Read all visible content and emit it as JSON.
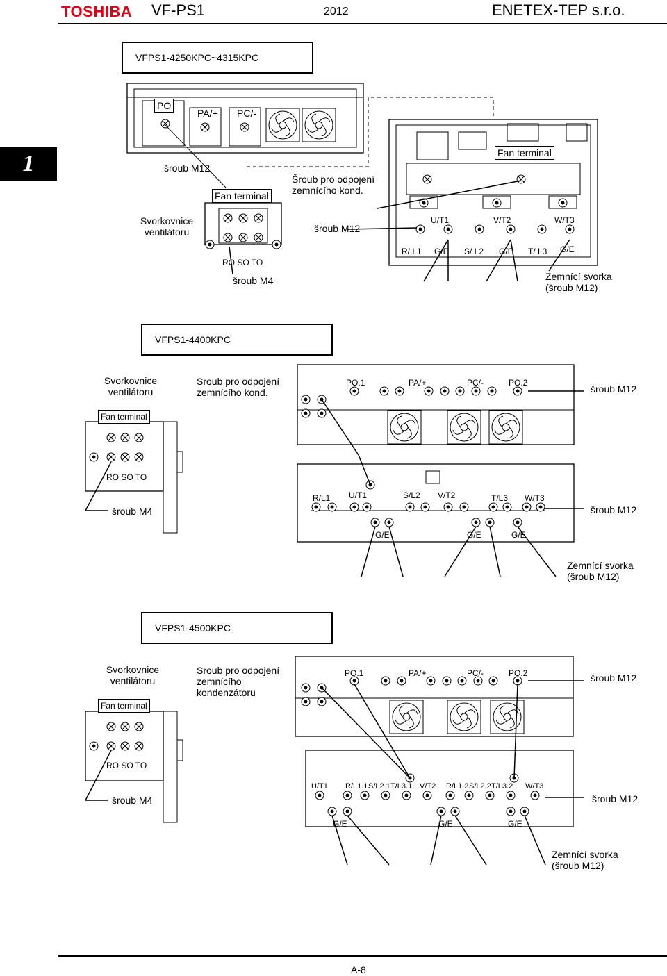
{
  "header": {
    "brand": "TOSHIBA",
    "model": "VF-PS1",
    "year": "2012",
    "company": "ENETEX-TEP s.r.o.",
    "brand_color": "#e60012"
  },
  "chapter": "1",
  "section1": {
    "title": "VFPS1-4250KPC~4315KPC",
    "po": "PO",
    "pa": "PA/+",
    "pc": "PC/-",
    "sroub_m12_top": "šroub M12",
    "fan_terminal_left": "Fan terminal",
    "fan_terminal_right": "Fan terminal",
    "svorkovnice": "Svorkovnice ventilátoru",
    "ro_so_to": "RO  SO  TO",
    "sroub_m4": "šroub M4",
    "sroub_pro": "Šroub pro odpojení zemnícího kond.",
    "sroub_m12_mid": "šroub M12",
    "ut1": "U/T1",
    "vt2": "V/T2",
    "wt3": "W/T3",
    "rl1": "R/ L1",
    "ge1": "G/E",
    "sl2": "S/ L2",
    "ge2": "G/E",
    "tl3": "T/ L3",
    "ge3": "G/E",
    "zemnici": "Zemnící svorka (šroub M12)"
  },
  "section2": {
    "title": "VFPS1-4400KPC",
    "svorkovnice": "Svorkovnice ventilátoru",
    "fan_terminal": "Fan terminal",
    "sroub_pro": "Sroub pro odpojení zemnícího kond.",
    "po1": "PO.1",
    "pa": "PA/+",
    "pc": "PC/-",
    "po2": "PO.2",
    "sroub_m12_top": "šroub M12",
    "ro_so_to": "RO  SO  TO",
    "sroub_m4": "šroub M4",
    "rl1": "R/L1",
    "ut1": "U/T1",
    "sl2": "S/L2",
    "vt2": "V/T2",
    "tl3": "T/L3",
    "wt3": "W/T3",
    "sroub_m12_bottom": "šroub M12",
    "ge1": "G/E",
    "ge2": "G/E",
    "ge3": "G/E",
    "zemnici": "Zemnící svorka (šroub M12)"
  },
  "section3": {
    "title": "VFPS1-4500KPC",
    "svorkovnice": "Svorkovnice ventilátoru",
    "fan_terminal": "Fan terminal",
    "sroub_pro": "Sroub pro odpojení zemnícího kondenzátoru",
    "po1": "PO.1",
    "pa": "PA/+",
    "pc": "PC/-",
    "po2": "PO.2",
    "sroub_m12_top": "šroub M12",
    "ro_so_to": "RO  SO  TO",
    "sroub_m4": "šroub M4",
    "ut1": "U/T1",
    "rl11": "R/L1.1",
    "sl21": "S/L2.1",
    "tl31": "T/L3.1",
    "vt2": "V/T2",
    "rl12": "R/L1.2",
    "sl22": "S/L2.2",
    "tl32": "T/L3.2",
    "wt3": "W/T3",
    "sroub_m12_bottom": "šroub M12",
    "ge1": "G/E",
    "ge2": "G/E",
    "ge3": "G/E",
    "zemnici": "Zemnící svorka (šroub M12)"
  },
  "footer": {
    "page": "A-8"
  }
}
